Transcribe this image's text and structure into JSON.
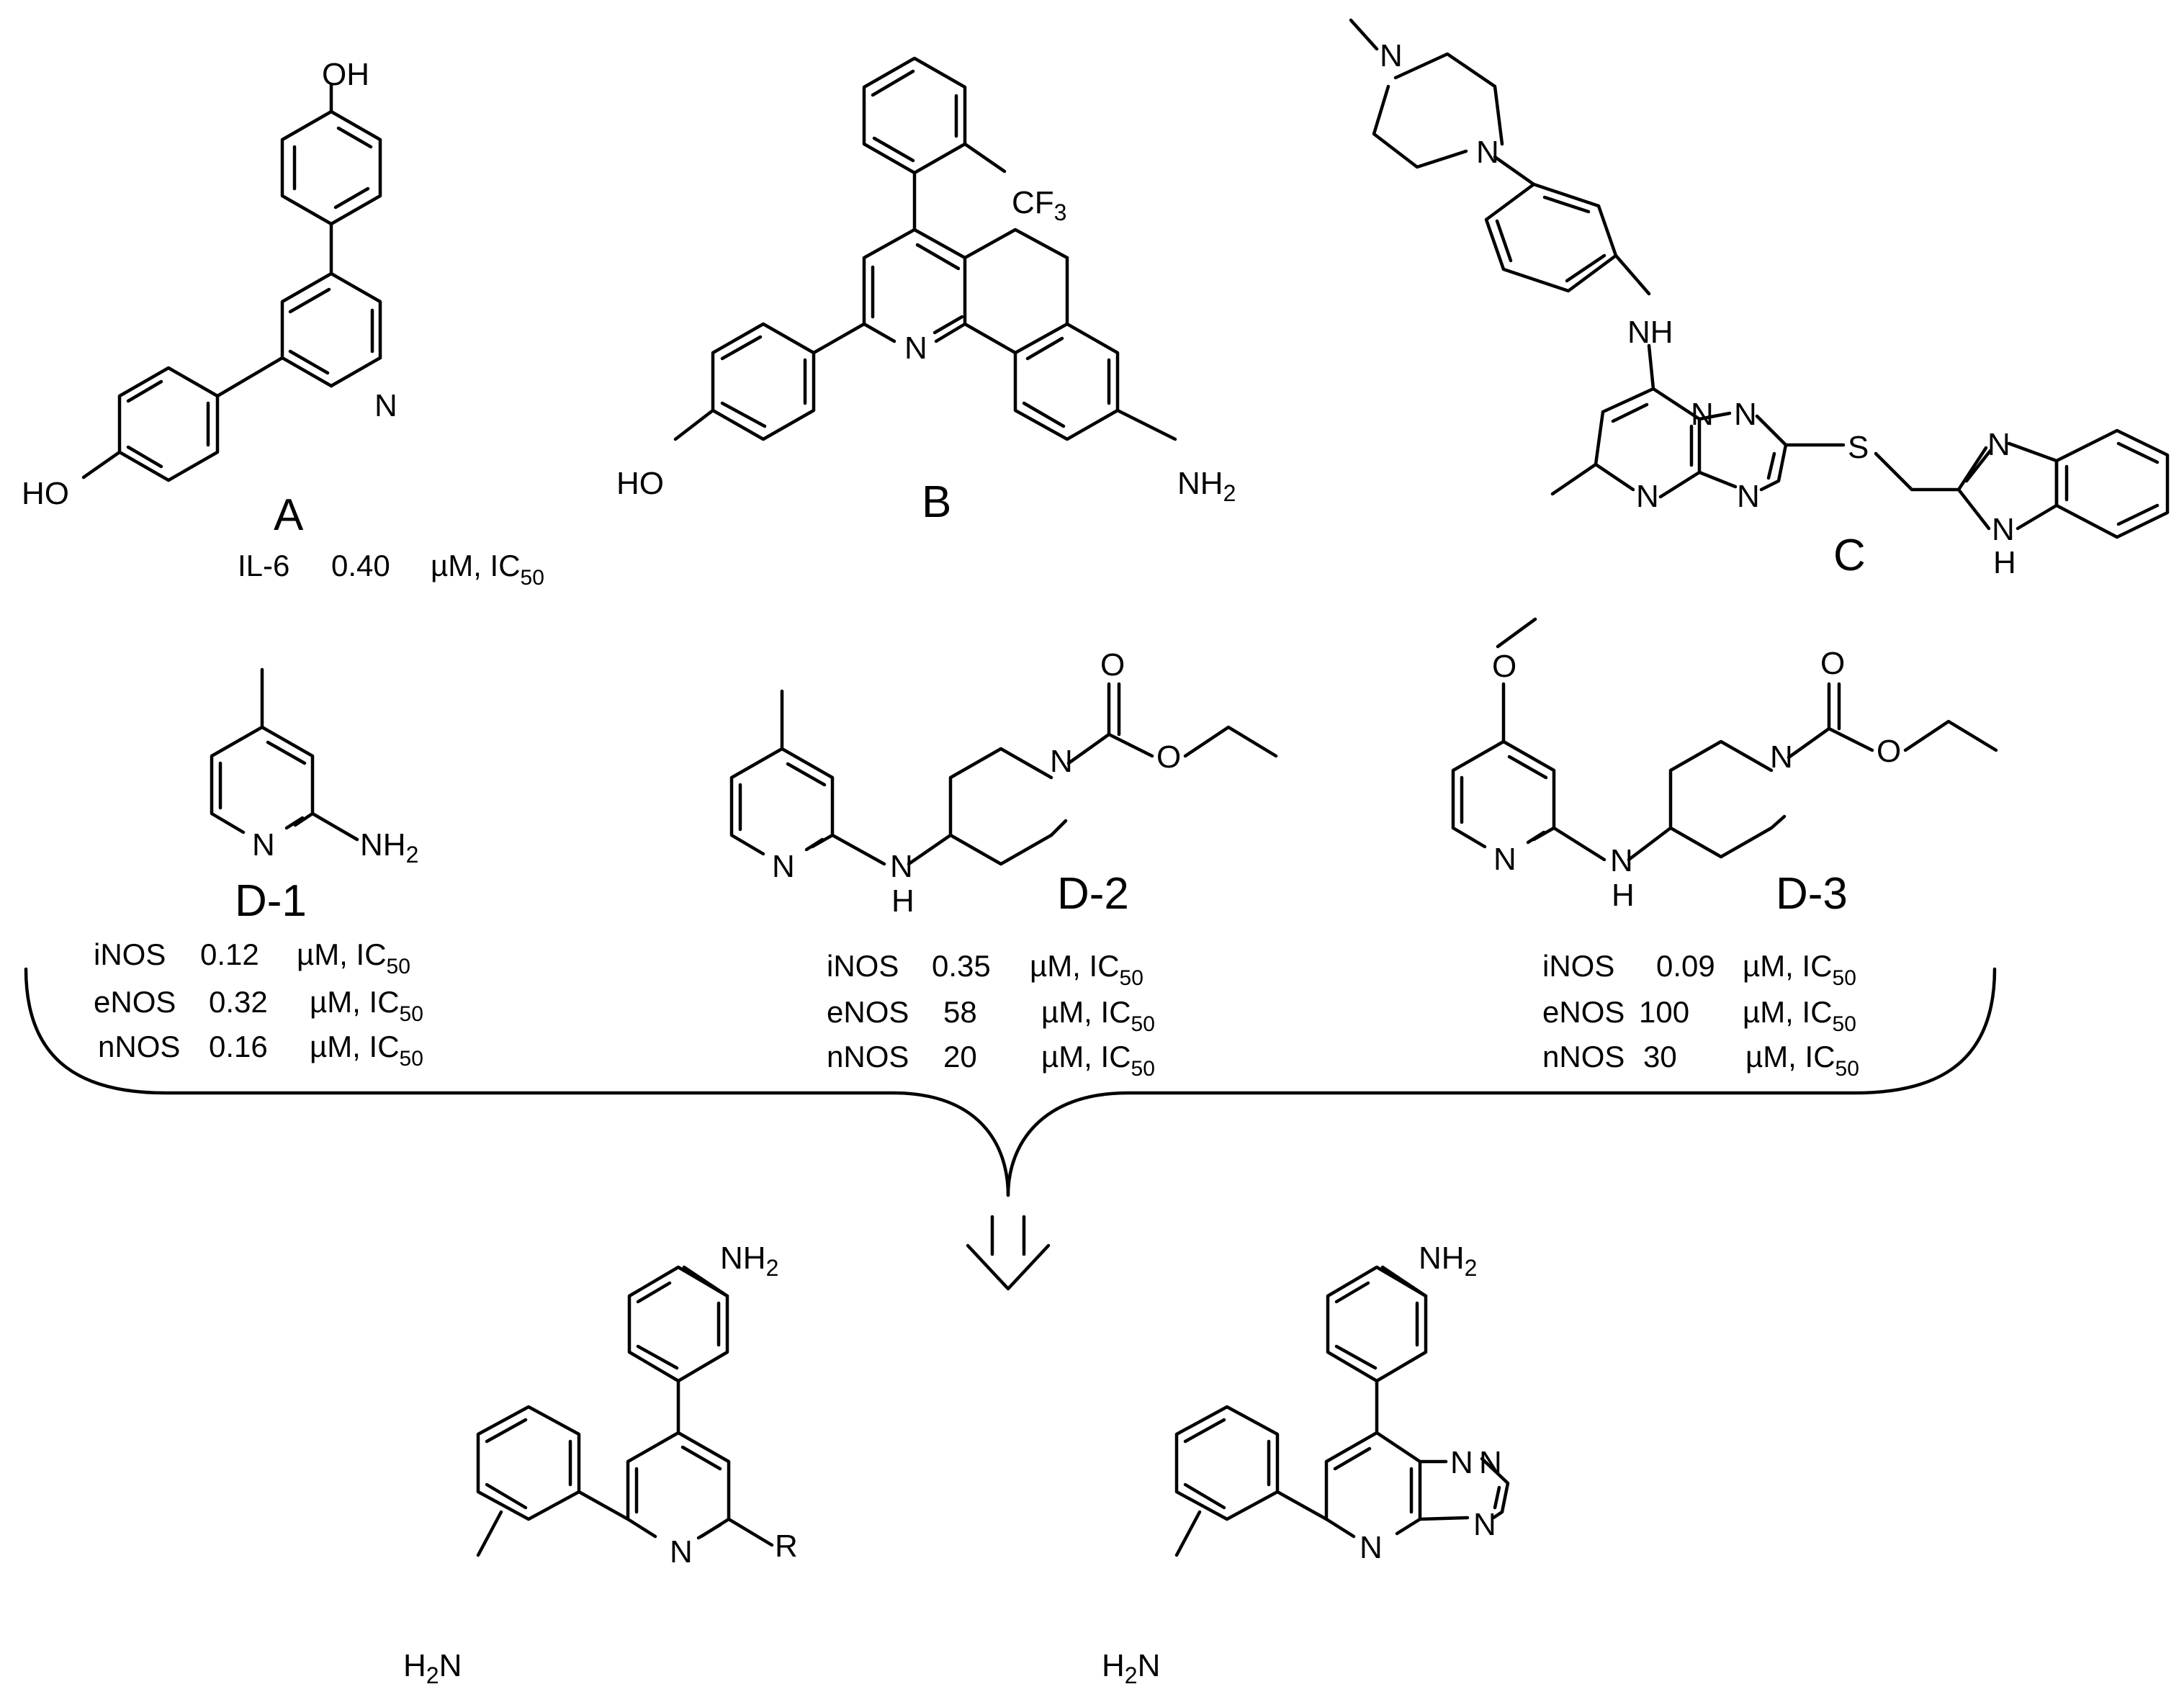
{
  "compounds": {
    "A": {
      "label": "A",
      "atoms": {
        "oh_top": "OH",
        "oh_left": "HO",
        "n_ring": "N"
      },
      "activity": [
        {
          "target": "IL-6",
          "value": "0.40",
          "unit": "µM, IC",
          "sub": "50"
        }
      ]
    },
    "B": {
      "label": "B",
      "atoms": {
        "cf3": "CF",
        "cf3_sub": "3",
        "n_ring": "N",
        "ho": "HO",
        "nh2": "NH",
        "nh2_sub": "2"
      }
    },
    "C": {
      "label": "C",
      "atoms": {
        "n_methyl": "N",
        "n_pip": "N",
        "nh": "NH",
        "n1": "N",
        "n2": "N",
        "n3": "N",
        "n4": "N",
        "s": "S",
        "n_bzim": "N",
        "nh_bzim_n": "N",
        "nh_bzim_h": "H"
      }
    },
    "D1": {
      "label": "D-1",
      "atoms": {
        "n_ring": "N",
        "nh2": "NH",
        "nh2_sub": "2"
      },
      "activity": [
        {
          "target": "iNOS",
          "value": "0.12",
          "unit": "µM, IC",
          "sub": "50"
        },
        {
          "target": "eNOS",
          "value": "0.32",
          "unit": "µM, IC",
          "sub": "50"
        },
        {
          "target": "nNOS",
          "value": "0.16",
          "unit": "µM, IC",
          "sub": "50"
        }
      ]
    },
    "D2": {
      "label": "D-2",
      "atoms": {
        "n_ring": "N",
        "nh_n": "N",
        "nh_h": "H",
        "n_pip": "N",
        "o_carbonyl": "O",
        "o_ester": "O"
      },
      "activity": [
        {
          "target": "iNOS",
          "value": "0.35",
          "unit": "µM, IC",
          "sub": "50"
        },
        {
          "target": "eNOS",
          "value": "58",
          "unit": "µM, IC",
          "sub": "50"
        },
        {
          "target": "nNOS",
          "value": "20",
          "unit": "µM, IC",
          "sub": "50"
        }
      ]
    },
    "D3": {
      "label": "D-3",
      "atoms": {
        "o_methoxy": "O",
        "n_ring": "N",
        "nh_n": "N",
        "nh_h": "H",
        "n_pip": "N",
        "o_carbonyl": "O",
        "o_ester": "O"
      },
      "activity": [
        {
          "target": "iNOS",
          "value": "0.09",
          "unit": "µM, IC",
          "sub": "50"
        },
        {
          "target": "eNOS",
          "value": "100",
          "unit": "µM, IC",
          "sub": "50"
        },
        {
          "target": "nNOS",
          "value": "30",
          "unit": "µM, IC",
          "sub": "50"
        }
      ]
    },
    "P1": {
      "atoms": {
        "nh2_top": "NH",
        "nh2_top_sub": "2",
        "n_ring": "N",
        "r": "R",
        "h2n_h": "H",
        "h2n_sub": "2",
        "h2n_n": "N"
      }
    },
    "P2": {
      "atoms": {
        "nh2_top": "NH",
        "nh2_top_sub": "2",
        "n1": "N",
        "n2": "N",
        "n3": "N",
        "n4": "N",
        "h2n_h": "H",
        "h2n_sub": "2",
        "h2n_n": "N"
      }
    }
  }
}
